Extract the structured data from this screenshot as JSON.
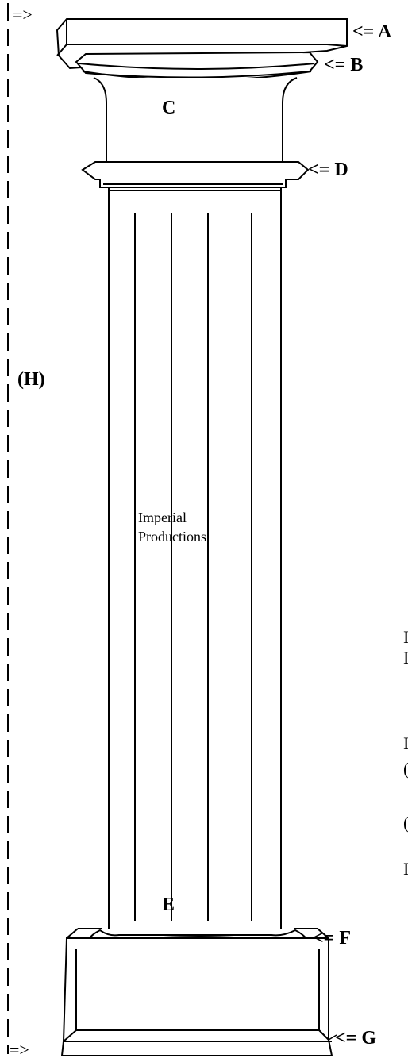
{
  "height_marker": {
    "top_arrow": "=>",
    "bottom_arrow": "=>",
    "label": "(H)"
  },
  "callouts": {
    "a": "<= A",
    "b": "<= B",
    "d": "<= D",
    "f": "<= F",
    "g": "<= G"
  },
  "parts": {
    "c": "C",
    "e": "E"
  },
  "watermark": {
    "line1": "Imperial",
    "line2": "Productions"
  },
  "cut_off_right": [
    "I",
    "I",
    "I",
    "(",
    "(",
    "I"
  ]
}
